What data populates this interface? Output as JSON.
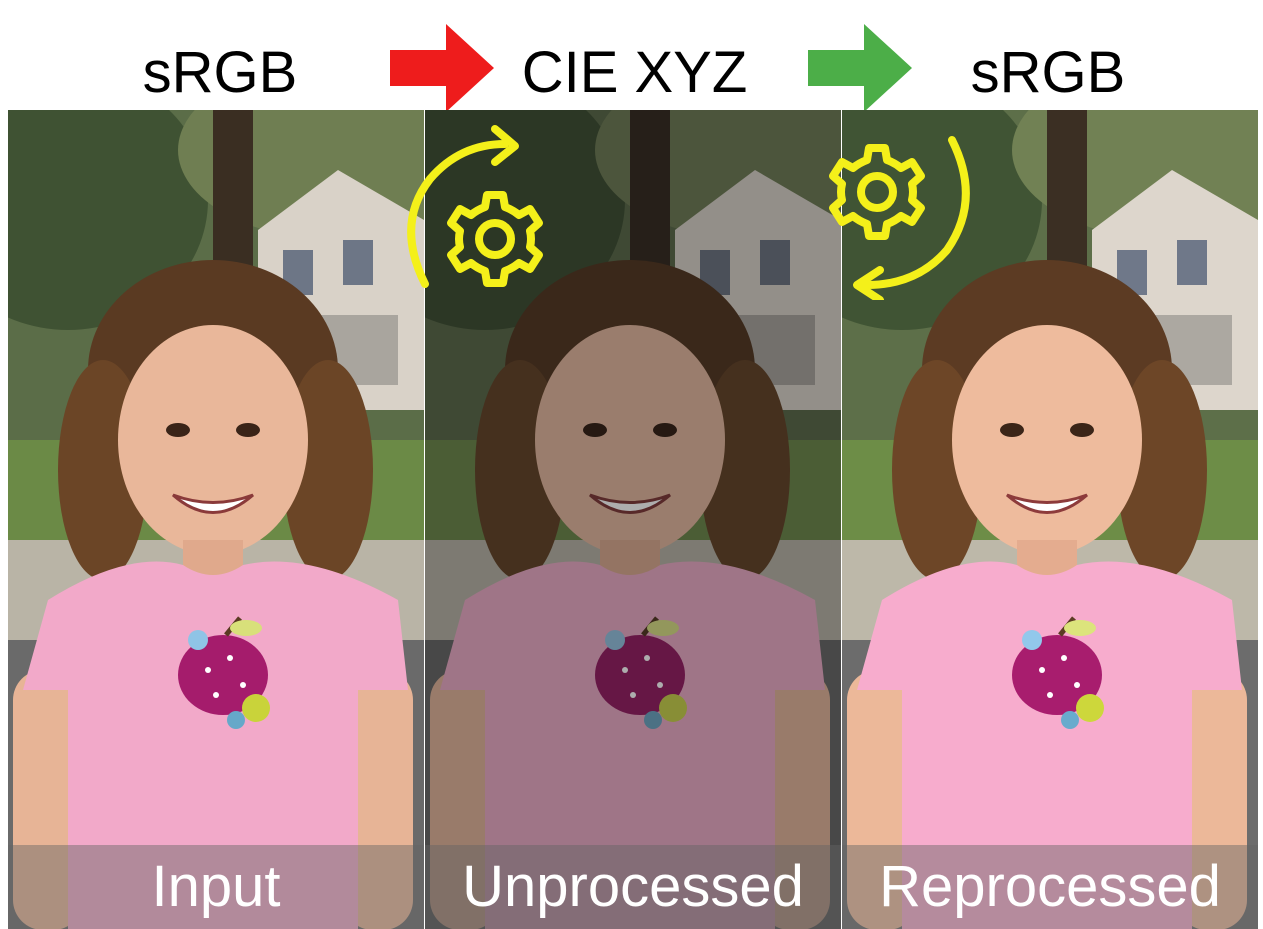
{
  "header": {
    "stage1": "sRGB",
    "stage2": "CIE XYZ",
    "stage3": "sRGB"
  },
  "panels": [
    {
      "caption": "Input"
    },
    {
      "caption": "Unprocessed"
    },
    {
      "caption": "Reprocessed"
    }
  ],
  "colors": {
    "forward_arrow": "#ee1c1c",
    "backward_arrow": "#4cae48",
    "gear": "#f4f01a",
    "caption_text": "#ffffff"
  },
  "icons": {
    "forward": "arrow-right-icon",
    "backward": "arrow-right-icon",
    "process": "gear-refresh-icon"
  }
}
